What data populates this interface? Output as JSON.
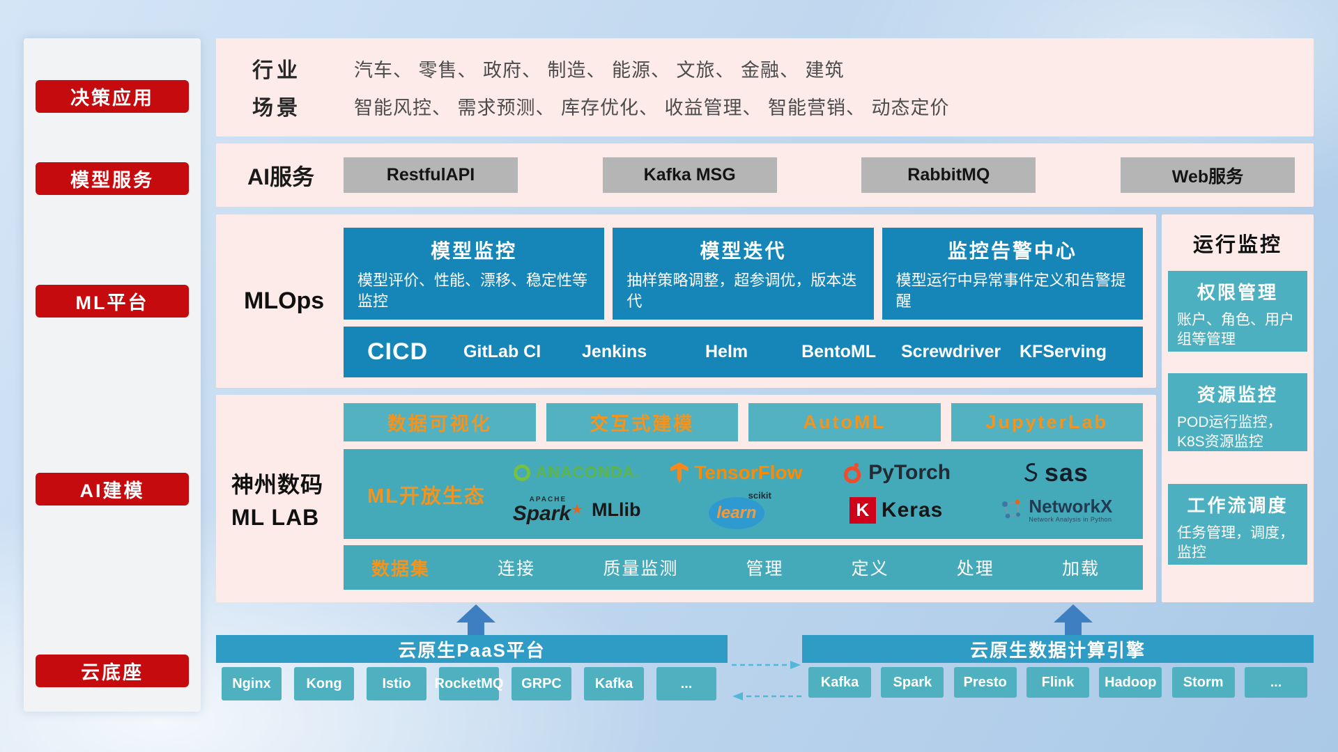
{
  "colors": {
    "accent_red": "#c60b0e",
    "panel_pink": "#fdebe9",
    "teal_dark": "#1685b7",
    "teal_light": "#4fb0c0",
    "orange_accent": "#f2941d",
    "header_blue": "#2f9cc6",
    "gray_button": "#b5b5b6",
    "arrow_blue": "#3d7fc1"
  },
  "sidebar": {
    "items": [
      {
        "label": "决策应用"
      },
      {
        "label": "模型服务"
      },
      {
        "label": "ML平台"
      },
      {
        "label": "AI建模"
      },
      {
        "label": "云底座"
      }
    ]
  },
  "apps": {
    "industry_label": "行业",
    "industry_text": "汽车、 零售、 政府、 制造、 能源、 文旅、 金融、 建筑",
    "scene_label": "场景",
    "scene_text": "智能风控、 需求预测、 库存优化、 收益管理、 智能营销、 动态定价"
  },
  "ai_services": {
    "label": "AI服务",
    "items": [
      "RestfulAPI",
      "Kafka MSG",
      "RabbitMQ",
      "Web服务"
    ]
  },
  "mlops": {
    "label": "MLOps",
    "cards": [
      {
        "title": "模型监控",
        "desc": "模型评价、性能、漂移、稳定性等监控"
      },
      {
        "title": "模型迭代",
        "desc": "抽样策略调整，超参调优，版本迭代"
      },
      {
        "title": "监控告警中心",
        "desc": "模型运行中异常事件定义和告警提醒"
      }
    ],
    "cicd_label": "CICD",
    "cicd_items": [
      "GitLab CI",
      "Jenkins",
      "Helm",
      "BentoML",
      "Screwdriver",
      "KFServing"
    ]
  },
  "monitoring": {
    "title": "运行监控",
    "cards": [
      {
        "title": "权限管理",
        "desc": "账户、角色、用户组等管理"
      },
      {
        "title": "资源监控",
        "desc": "POD运行监控，K8S资源监控"
      },
      {
        "title": "工作流调度",
        "desc": "任务管理，调度，监控"
      }
    ]
  },
  "mllab": {
    "label_line1": "神州数码",
    "label_line2": "ML LAB",
    "tools": [
      "数据可视化",
      "交互式建模",
      "AutoML",
      "JupyterLab"
    ],
    "eco_label": "ML开放生态",
    "logos": {
      "anaconda": "ANACONDA.",
      "tensorflow": "TensorFlow",
      "pytorch": "PyTorch",
      "sas": "sas",
      "spark_apache": "APACHE",
      "spark": "Spark",
      "spark_star": "★",
      "mllib": "MLlib",
      "scikit_top": "scikit",
      "scikit_learn": "learn",
      "keras_k": "K",
      "keras": "Keras",
      "networkx": "NetworkX",
      "networkx_sub": "Network Analysis in Python"
    },
    "dataset_label": "数据集",
    "dataset_items": [
      "连接",
      "质量监测",
      "管理",
      "定义",
      "处理",
      "加载"
    ]
  },
  "cloud": {
    "paas_title": "云原生PaaS平台",
    "paas_items": [
      "Nginx",
      "Kong",
      "Istio",
      "RocketMQ",
      "GRPC",
      "Kafka",
      "..."
    ],
    "engine_title": "云原生数据计算引擎",
    "engine_items": [
      "Kafka",
      "Spark",
      "Presto",
      "Flink",
      "Hadoop",
      "Storm",
      "..."
    ]
  }
}
